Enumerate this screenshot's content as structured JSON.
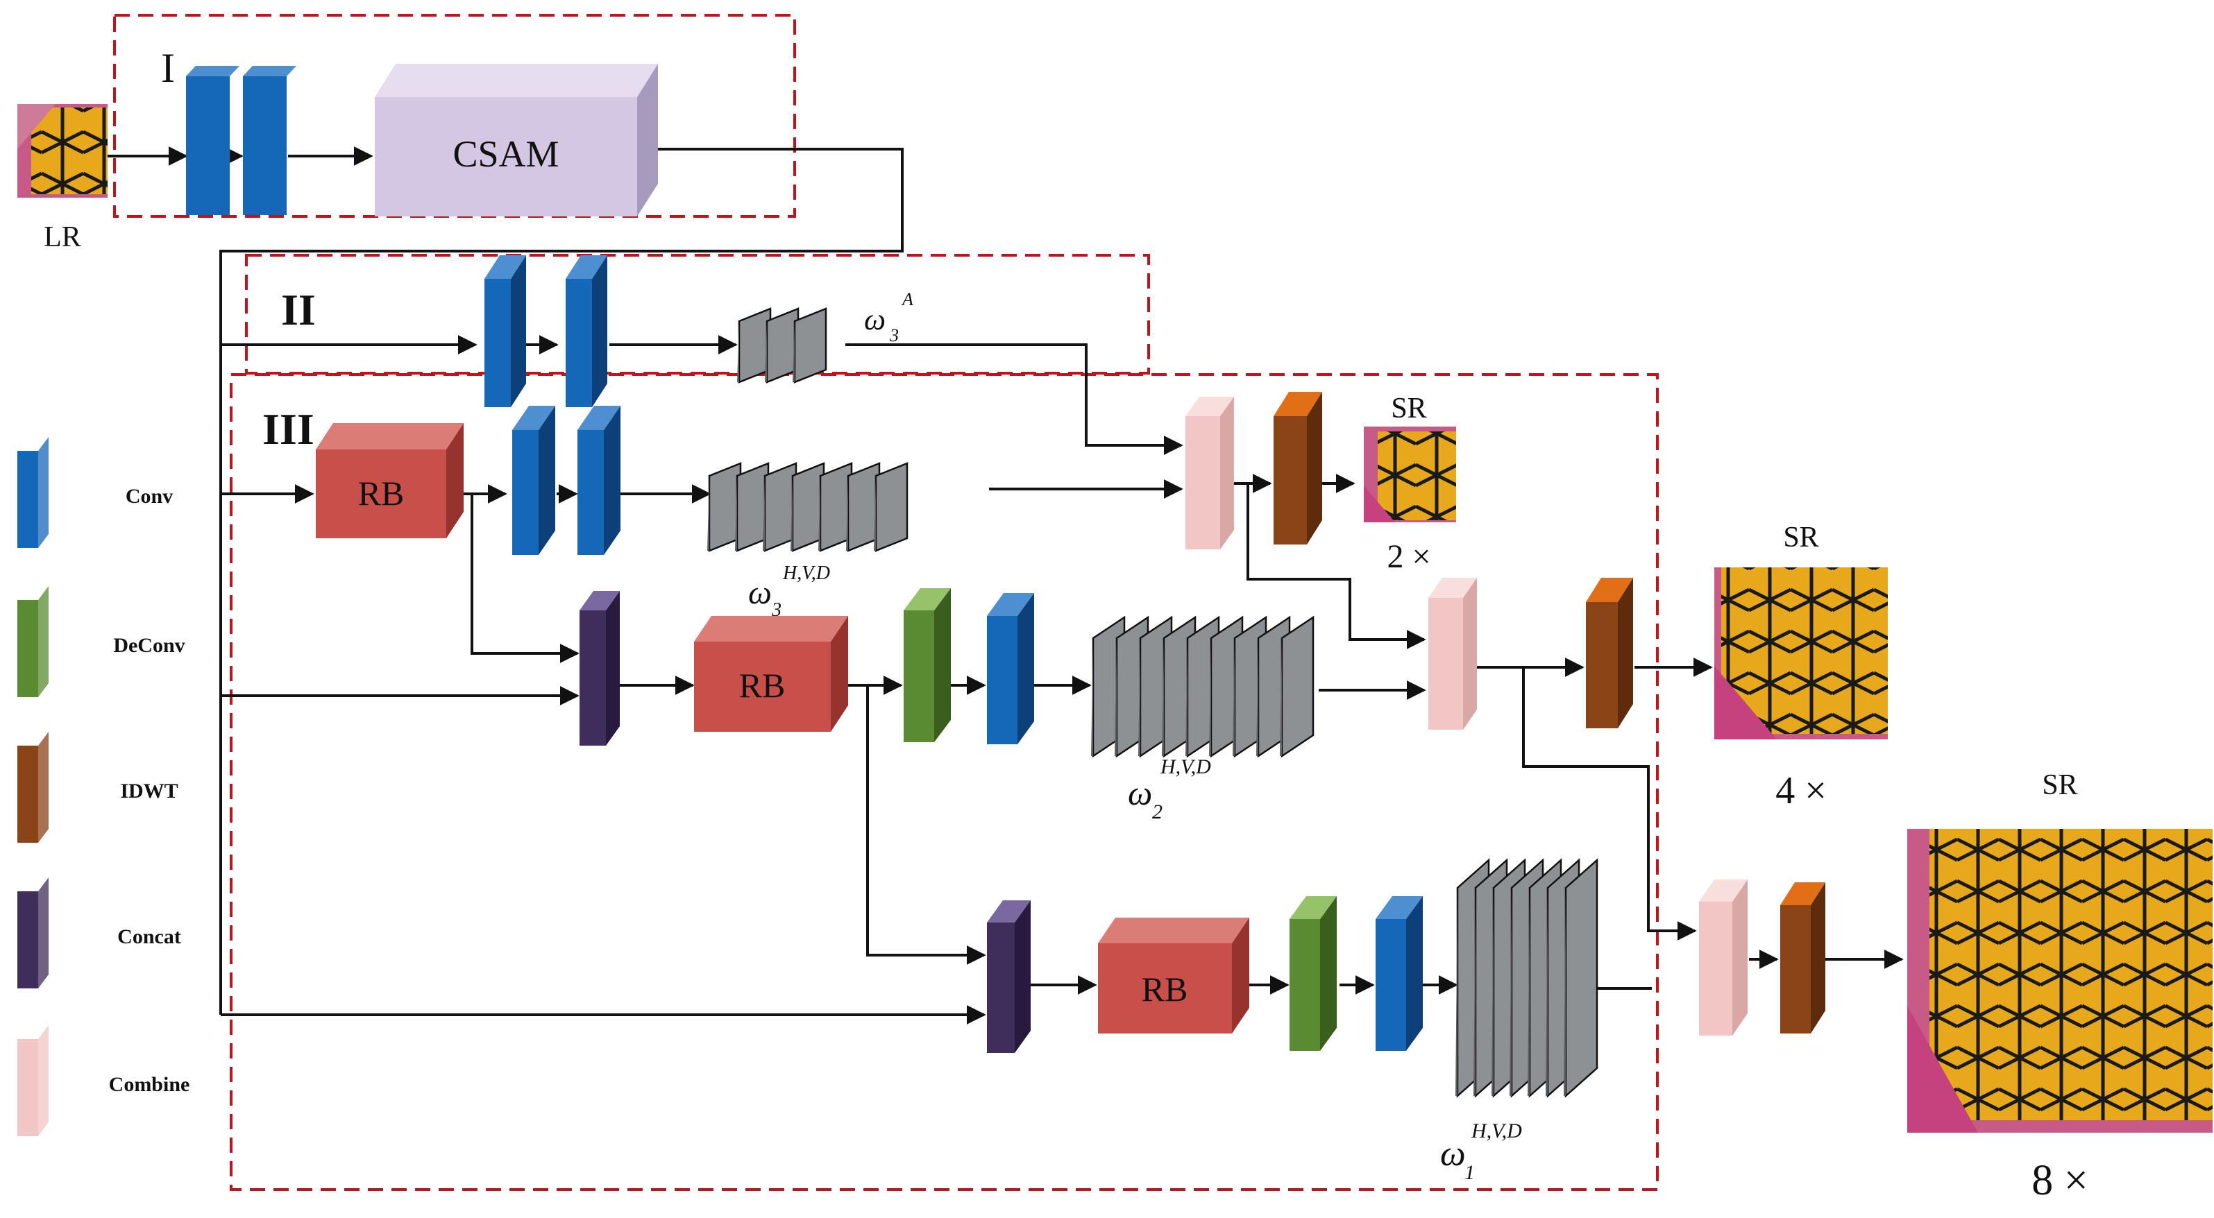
{
  "stage_labels": {
    "stage1": "I",
    "stage2": "II",
    "stage3": "III"
  },
  "blocks": {
    "csam": "CSAM",
    "rb": "RB"
  },
  "images": {
    "input": "LR",
    "output_sr": "SR"
  },
  "scales": {
    "x2": "2 ×",
    "x4": "4 ×",
    "x8": "8 ×"
  },
  "subbands": {
    "omega": "ω",
    "approx_sup": "A",
    "approx_sub": "3",
    "hvd_sup": "H,V,D",
    "level3_sub": "3",
    "level2_sub": "2",
    "level1_sub": "1"
  },
  "legend": [
    {
      "label": "Conv",
      "color": "#1567b8"
    },
    {
      "label": "DeConv",
      "color": "#5a8a32"
    },
    {
      "label": "IDWT",
      "color": "#8b4318"
    },
    {
      "label": "Concat",
      "color": "#3f2e5c"
    },
    {
      "label": "Combine",
      "color": "#f2c6c4"
    }
  ],
  "colors": {
    "conv": "#1567b8",
    "deconv": "#5a8a32",
    "idwt": "#8b4318",
    "concat": "#3f2e5c",
    "combine": "#f2c6c4",
    "rb": "#c9504a",
    "csam": "#d3c7e3",
    "wavelet": "#8e9194",
    "stage_border": "#c0141c"
  }
}
